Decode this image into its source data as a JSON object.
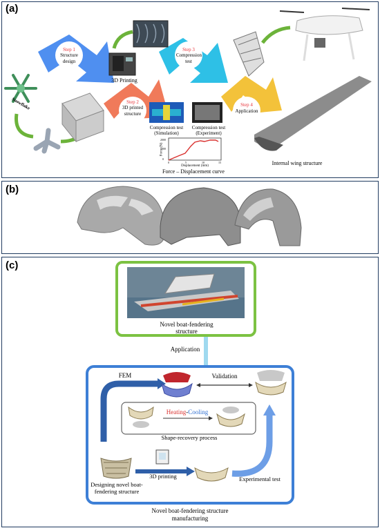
{
  "panel_a": {
    "label": "(a)",
    "snowflake_label": "Snowflake",
    "steps": [
      {
        "num": "Step 1",
        "text": "Structure design"
      },
      {
        "num": "Step 2",
        "text": "3D printed structure"
      },
      {
        "num": "Step 3",
        "text": "Compression test"
      },
      {
        "num": "Step 4",
        "text": "Application"
      }
    ],
    "printing_label": "3D Printing",
    "sim_label": "Compression test (Simulation)",
    "exp_label": "Compression test (Experiment)",
    "curve_caption": "Force – Displacement curve",
    "curve_ylabel": "Force (N)",
    "curve_xlabel": "Displacement (mm)",
    "curve_yticks": [
      "2000",
      "1000",
      "0"
    ],
    "curve_xticks": [
      "0",
      "5",
      "10",
      "15"
    ],
    "wing_label": "Internal wing structure"
  },
  "panel_b": {
    "label": "(b)"
  },
  "panel_c": {
    "label": "(c)",
    "boat_label": "Novel boat-fendering structure",
    "application_label": "Application",
    "fem_label": "FEM",
    "validation_label": "Validation",
    "heating_label": "Heating",
    "dash": "-",
    "cooling_label": "Cooling",
    "shape_recovery_label": "Shape-recovery process",
    "design_label": "Designing novel boat-fendering structure",
    "printing_label": "3D printing",
    "exp_test_label": "Experimental test",
    "manufacturing_label": "Novel boat-fendering structure manufacturing"
  },
  "colors": {
    "step1": "#4f8ff0",
    "step2": "#f07a5a",
    "step3": "#2ec0e6",
    "step4": "#f3c23a",
    "green": "#6cb33a",
    "blue_frame": "#3d7fd6",
    "curve": "#d9302e"
  }
}
